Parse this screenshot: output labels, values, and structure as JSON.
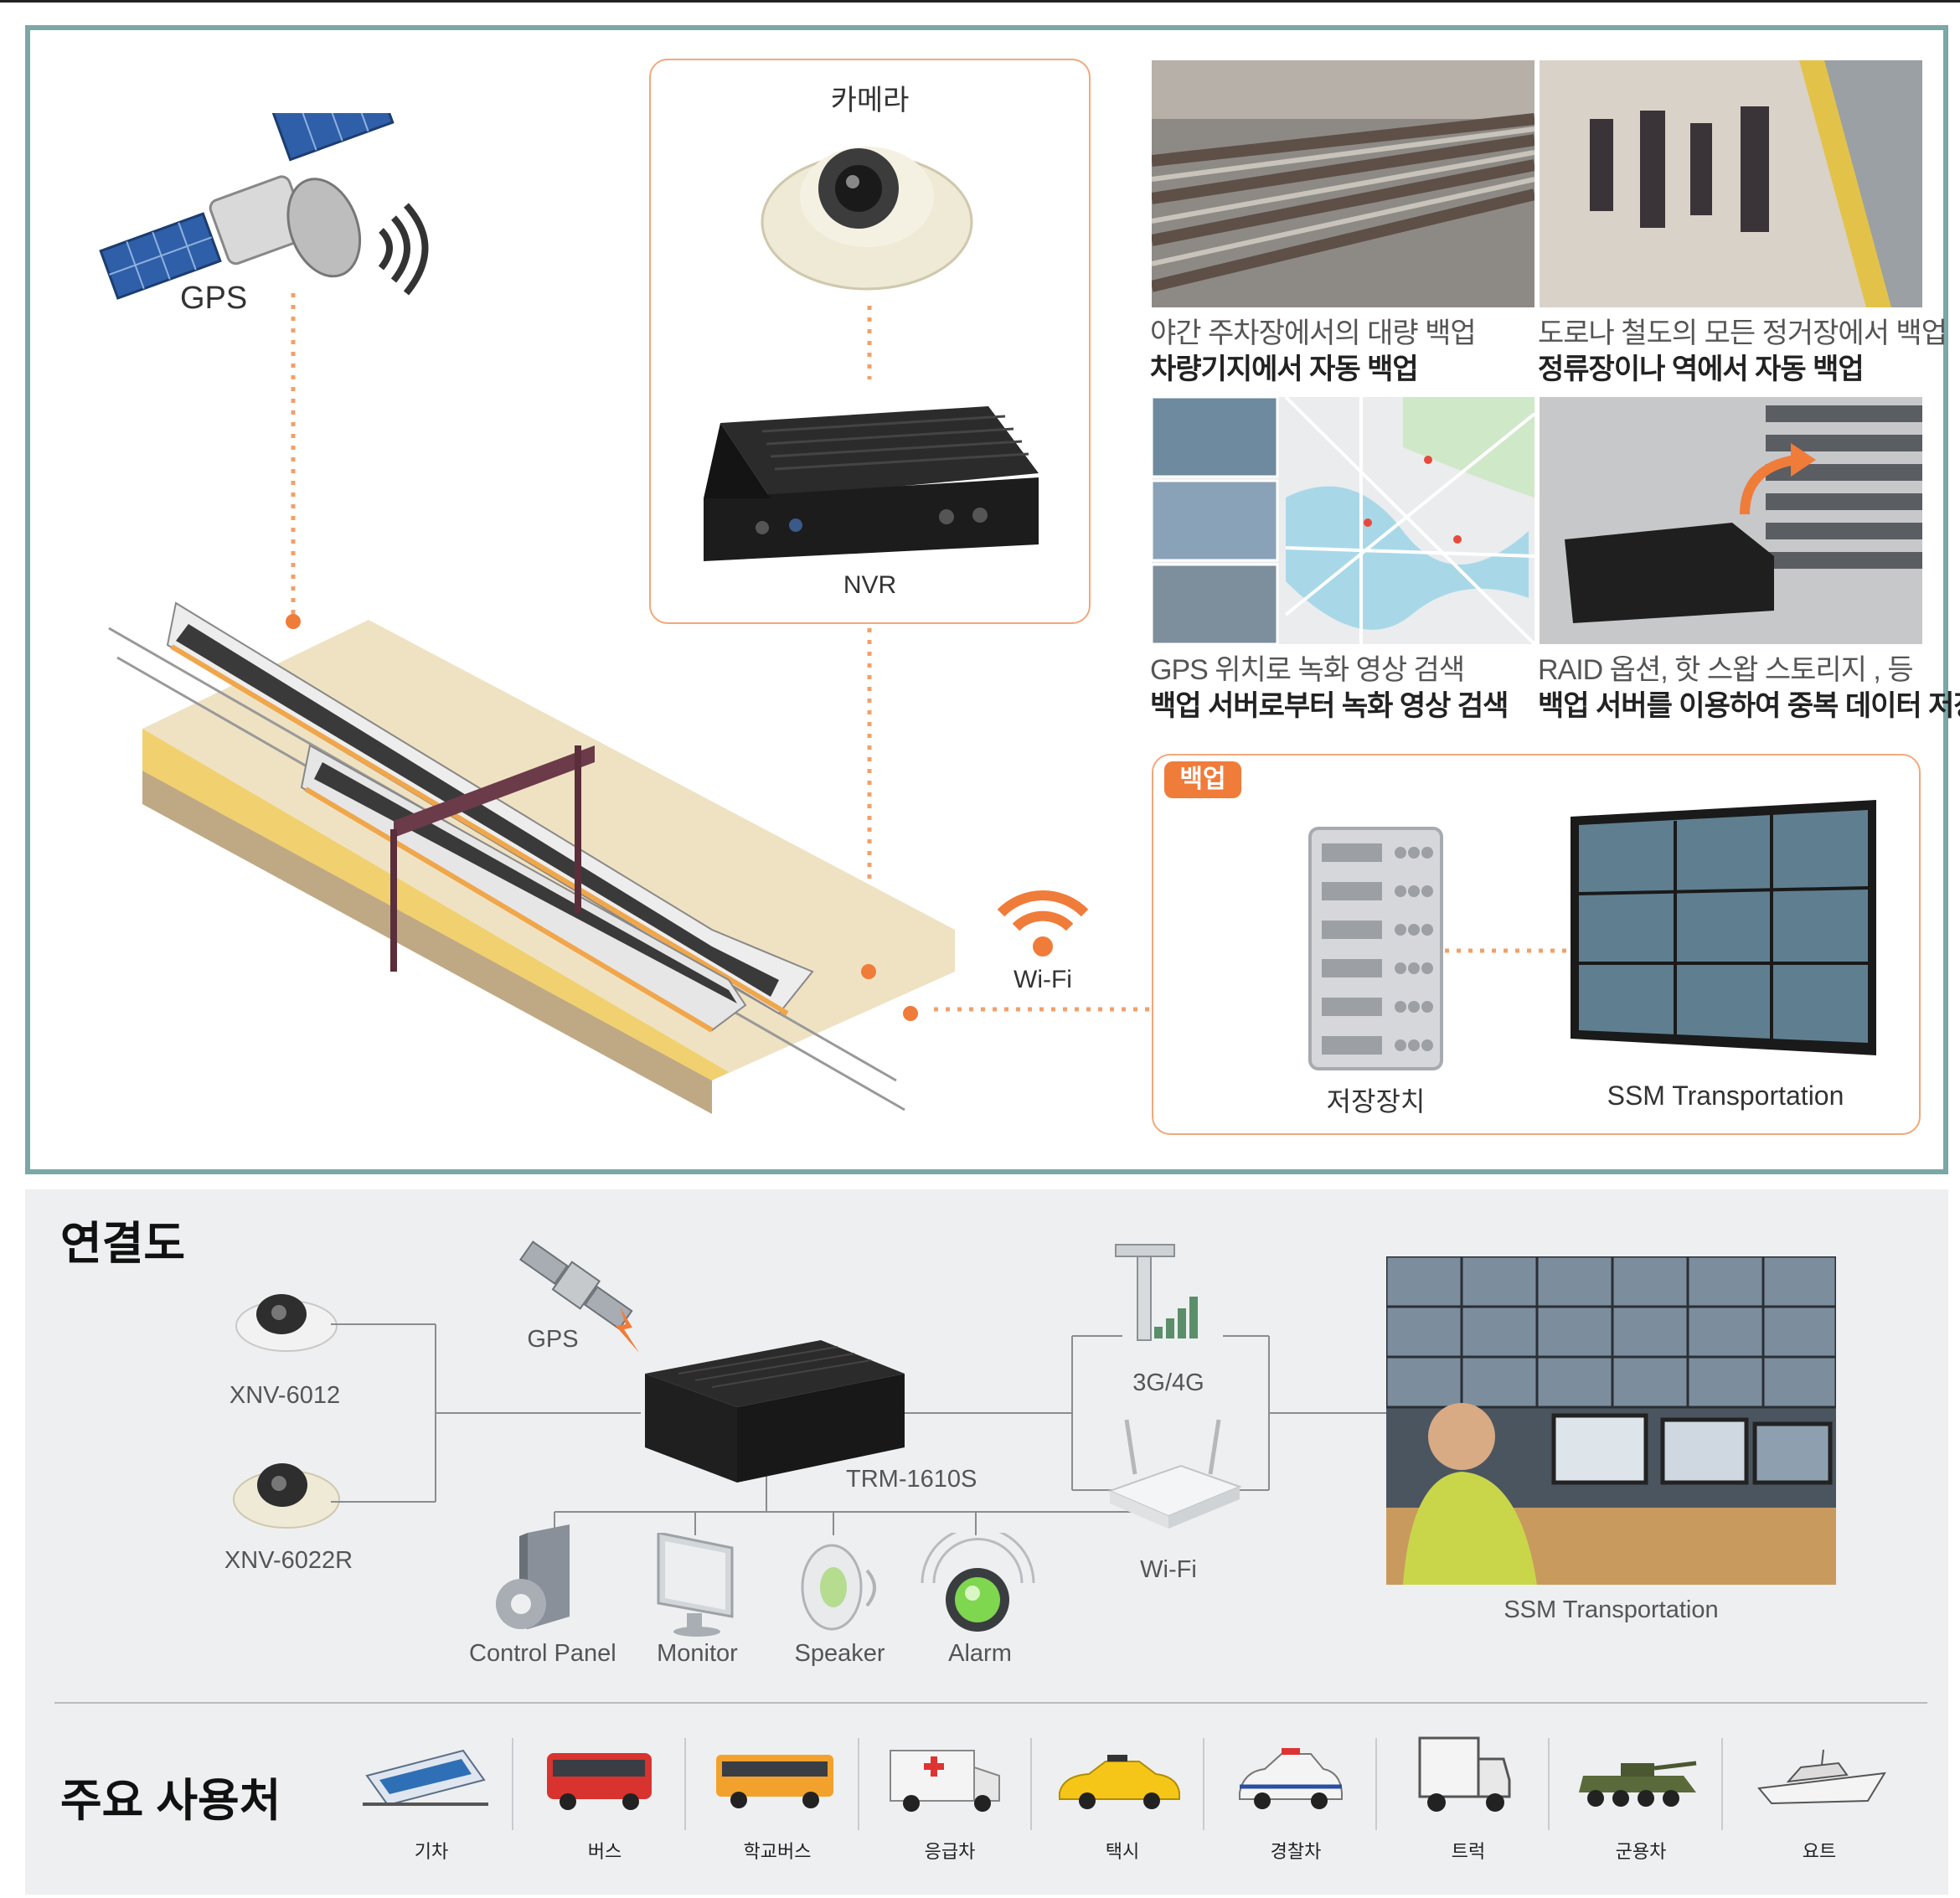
{
  "top": {
    "gps_label": "GPS",
    "camera_label": "카메라",
    "nvr_label": "NVR",
    "wifi_label": "Wi-Fi",
    "photos": [
      {
        "line1": "야간 주차장에서의 대량 백업",
        "line2": "차량기지에서 자동 백업"
      },
      {
        "line1": "도로나 철도의 모든 정거장에서 백업",
        "line2": "정류장이나 역에서 자동 백업"
      },
      {
        "line1": "GPS 위치로 녹화 영상  검색",
        "line2": "백업 서버로부터  녹화 영상 검색"
      },
      {
        "line1": "RAID 옵션, 핫 스왑 스토리지 , 등",
        "line2": "백업 서버를 이용하여 중복 데이터 저장"
      }
    ],
    "backup": {
      "badge": "백업",
      "storage_label": "저장장치",
      "ssm_label": "SSM Transportation"
    }
  },
  "connection": {
    "title": "연결도",
    "camera1": "XNV-6012",
    "camera2": "XNV-6022R",
    "gps": "GPS",
    "recorder": "TRM-1610S",
    "network_3g": "3G/4G",
    "wifi": "Wi-Fi",
    "ssm": "SSM Transportation",
    "peripherals": [
      "Control Panel",
      "Monitor",
      "Speaker",
      "Alarm"
    ]
  },
  "usage": {
    "title": "주요 사용처",
    "items": [
      "기차",
      "버스",
      "학교버스",
      "응급차",
      "택시",
      "경찰차",
      "트럭",
      "군용차",
      "요트"
    ]
  },
  "colors": {
    "accent_orange": "#f07c3a",
    "frame_teal": "#7aa8a6",
    "panel_gray": "#eeeff0"
  }
}
